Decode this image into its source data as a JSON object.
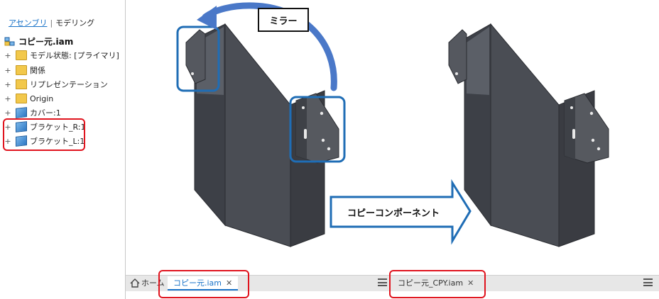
{
  "browser": {
    "tabs": {
      "assembly": "アセンブリ",
      "modeling": "モデリング"
    },
    "root": "コピー元.iam",
    "items": [
      {
        "label": "モデル状態: [プライマリ]"
      },
      {
        "label": "関係"
      },
      {
        "label": "リプレゼンテーション"
      },
      {
        "label": "Origin"
      },
      {
        "label": "カバー:1"
      },
      {
        "label": "ブラケット_R:1"
      },
      {
        "label": "ブラケット_L:1"
      }
    ]
  },
  "annotations": {
    "mirror": "ミラー",
    "copy_component": "コピーコンポーネント"
  },
  "document_tabs": {
    "home": "ホーム",
    "source": "コピー元.iam",
    "copy": "コピー元_CPY.iam",
    "close_symbol": "✕"
  },
  "colors": {
    "accent": "#1a73c8",
    "highlight_red": "#e0141e",
    "callout_blue": "#1f6db5",
    "model_gray": "#4a4d54"
  }
}
